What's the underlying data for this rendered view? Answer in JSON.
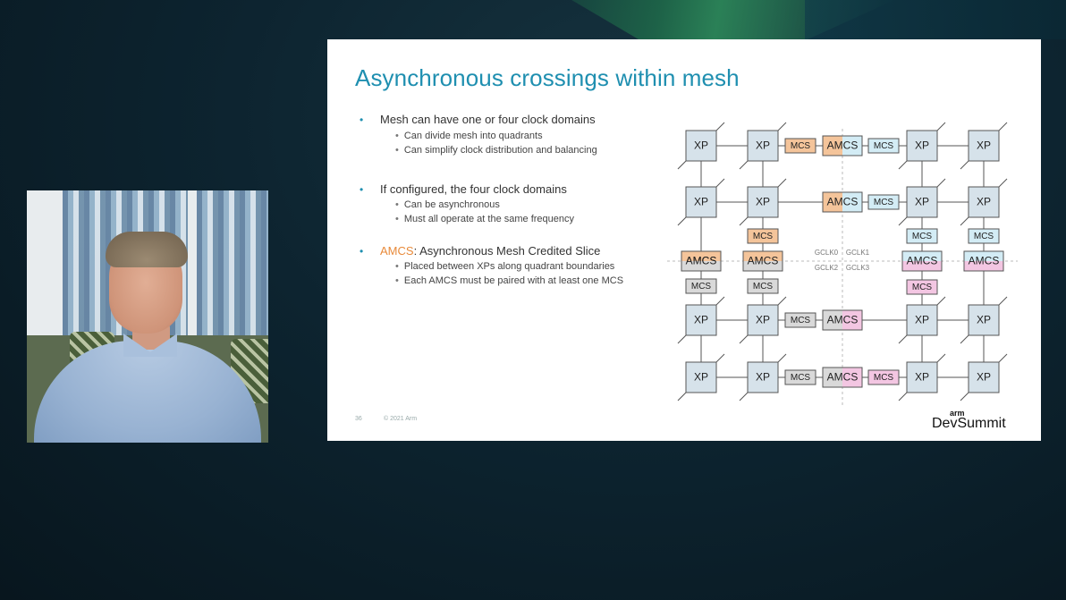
{
  "slide": {
    "title": "Asynchronous crossings within mesh",
    "bullets": [
      {
        "text": "Mesh can have one or four clock domains",
        "subs": [
          "Can divide mesh into quadrants",
          "Can simplify clock distribution and balancing"
        ]
      },
      {
        "text": "If configured, the four clock domains",
        "subs": [
          "Can be asynchronous",
          "Must all operate at the same frequency"
        ]
      },
      {
        "prefix": "AMCS",
        "text": ": Asynchronous Mesh Credited Slice",
        "subs": [
          "Placed between XPs along quadrant boundaries",
          "Each AMCS must be paired with at least one MCS"
        ]
      }
    ],
    "page_number": "36",
    "copyright": "© 2021 Arm",
    "logo": {
      "top": "arm",
      "main": "DevSummit"
    }
  },
  "diagram": {
    "xp_label": "XP",
    "mcs_label": "MCS",
    "amcs_label": "AMCS",
    "clock_labels": {
      "gclk0": "GCLK0",
      "gclk1": "GCLK1",
      "gclk2": "GCLK2",
      "gclk3": "GCLK3"
    },
    "colors": {
      "xp": "#d6e2ea",
      "orange": "#f4c49a",
      "blue": "#d3ecf5",
      "pink": "#f3c6e2",
      "gray": "#d9d9d9",
      "border": "#555555",
      "title": "#1f8fb0",
      "accent": "#e88a3a"
    }
  }
}
